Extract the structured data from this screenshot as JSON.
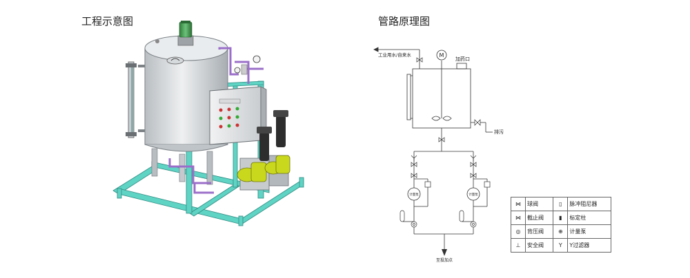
{
  "titles": {
    "left": "工程示意图",
    "right": "管路原理图"
  },
  "schematic": {
    "water_inlet": "工业用水/自来水",
    "motor": "M",
    "dosing_port": "加药口",
    "drain": "排污",
    "outlet": "至投加点",
    "pump_left": "计量泵",
    "pump_right": "计量泵"
  },
  "legend": {
    "rows": [
      {
        "left_icon": "ball-valve-icon",
        "left": "球阀",
        "right_icon": "pulse-damper-icon",
        "right": "脉冲阻尼器"
      },
      {
        "left_icon": "globe-valve-icon",
        "left": "截止阀",
        "right_icon": "calibration-column-icon",
        "right": "标定柱"
      },
      {
        "left_icon": "back-pressure-valve-icon",
        "left": "背压阀",
        "right_icon": "metering-pump-icon",
        "right": "计量泵"
      },
      {
        "left_icon": "safety-valve-icon",
        "left": "安全阀",
        "right_icon": "y-filter-icon",
        "right": "Y过滤器"
      }
    ]
  },
  "colors": {
    "frame": "#5fd3c4",
    "tank": "#d6dadd",
    "motor": "#3d9a4c",
    "pump": "#c9d81c",
    "cabinet": "#e5e7e8",
    "pipe": "#9b6fc9",
    "line": "#333333"
  }
}
